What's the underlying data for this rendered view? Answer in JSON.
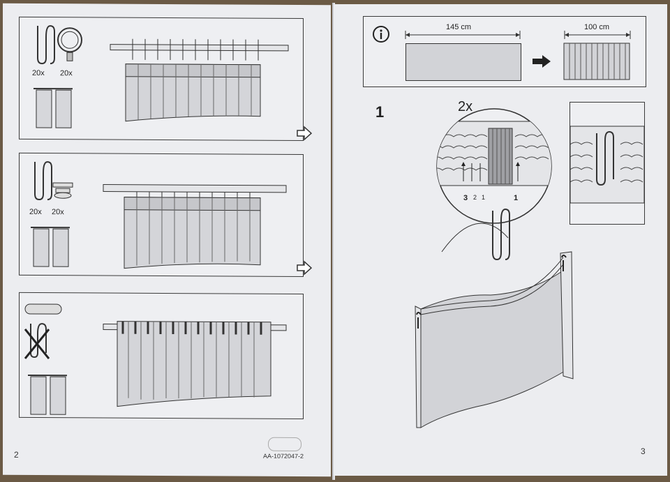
{
  "left_page": {
    "page_number": "2",
    "article_code": "AA-1072047-2",
    "panels": [
      {
        "hook_qty": "20x",
        "accessory_qty": "20x",
        "accessory": "ring-clip"
      },
      {
        "hook_qty": "20x",
        "accessory_qty": "20x",
        "accessory": "glider"
      },
      {
        "accessory": "rod",
        "hook_status": "not-needed"
      }
    ]
  },
  "right_page": {
    "page_number": "3",
    "info": {
      "width_before": "145 cm",
      "width_after": "100 cm"
    },
    "step": {
      "number": "1",
      "quantity": "2x",
      "pleat_positions": [
        "3",
        "2",
        "1",
        "1"
      ]
    }
  },
  "colors": {
    "paper": "#ecedf0",
    "ink": "#333333",
    "shade": "#cfd0d4"
  }
}
